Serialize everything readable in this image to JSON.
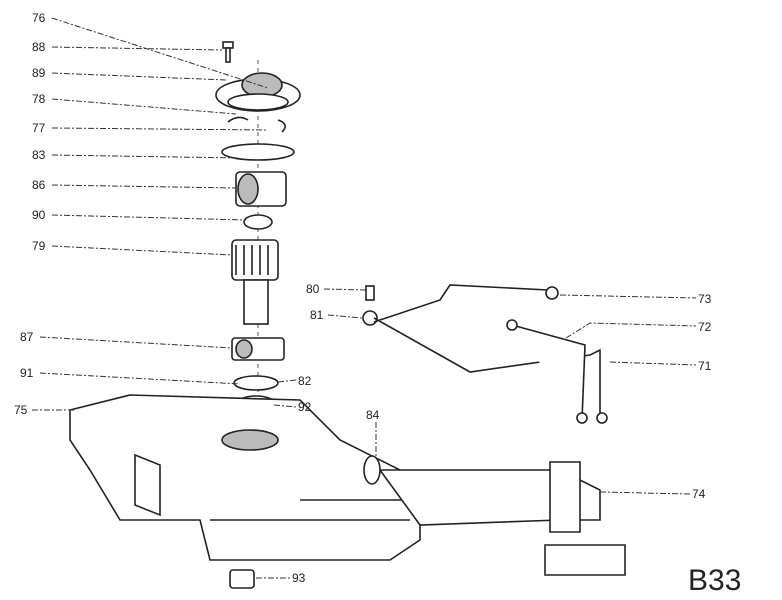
{
  "title": "Exploded parts diagram",
  "diagram_code": "B33",
  "labels": {
    "l76": "76",
    "l88": "88",
    "l89": "89",
    "l78": "78",
    "l77": "77",
    "l83": "83",
    "l86": "86",
    "l90": "90",
    "l79": "79",
    "l80": "80",
    "l81": "81",
    "l73": "73",
    "l72": "72",
    "l71": "71",
    "l87": "87",
    "l91": "91",
    "l82": "82",
    "l92": "92",
    "l75": "75",
    "l84": "84",
    "l74": "74",
    "l93": "93"
  }
}
